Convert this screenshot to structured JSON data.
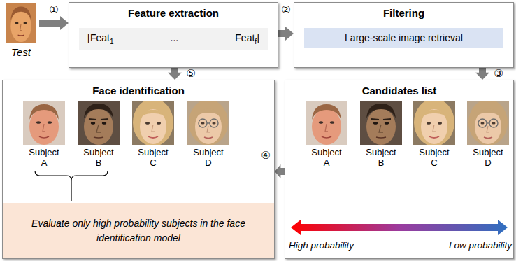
{
  "diagram": {
    "nodes": [
      {
        "text": [
          "Test"
        ]
      },
      {
        "text": [
          "Feature extraction"
        ]
      },
      {
        "text": [
          "[Feat",
          "1",
          "...",
          "Feat",
          "f",
          "]"
        ],
        "in": 1
      },
      {
        "text": [
          "Filtering"
        ]
      },
      {
        "text": [
          "Large-scale image retrieval"
        ],
        "in": 3
      },
      {
        "text": [
          "Face identification"
        ]
      },
      {
        "text": [
          "Evaluate only high probability subjects in the face identification model"
        ],
        "in": 5
      },
      {
        "text": [
          "Candidates list"
        ]
      }
    ],
    "edges": [
      {
        "from": 0,
        "to": 1,
        "arrow": "to",
        "label": "①"
      },
      {
        "from": 1,
        "to": 3,
        "arrow": "to",
        "label": "②"
      },
      {
        "from": 3,
        "to": 7,
        "arrow": "to",
        "label": "③"
      },
      {
        "from": 7,
        "to": 5,
        "arrow": "to",
        "label": "④"
      },
      {
        "from": 1,
        "to": 5,
        "arrow": "to",
        "label": "⑤"
      }
    ],
    "labels": [
      "Subject A",
      "Subject B",
      "Subject C",
      "Subject D",
      "Subject A",
      "Subject B",
      "Subject C",
      "Subject D",
      "High probability",
      "Low probability"
    ]
  }
}
